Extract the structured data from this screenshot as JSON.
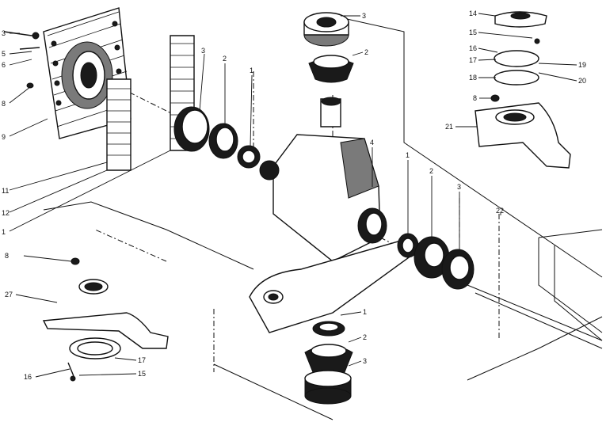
{
  "callouts": {
    "top_bearing_cup": "3",
    "top_bearing_cone": "2",
    "left_bearing_cup": "3",
    "left_bearing_cone": "2",
    "left_seal": "1",
    "knuckle": "4",
    "right_seal": "1",
    "right_bearing_cone": "2",
    "right_bearing_cup": "3",
    "lower_seal": "1",
    "lower_bearing_cone": "2",
    "lower_bearing_cup": "3",
    "cap": "14",
    "cap_bolt": "15",
    "gasket_top": "16",
    "plate": "17",
    "ring": "18",
    "pin_a": "19",
    "pin_b": "20",
    "upper_arm": "21",
    "upper_fitting": "8",
    "frame_line": "22",
    "lower_arm": "27",
    "lower_fitting": "8",
    "lower_plate": "17",
    "lower_bolt": "15",
    "lower_gasket": "16",
    "flange_8": "8",
    "flange_9": "9",
    "flange_5": "5",
    "flange_6": "6",
    "flange_3": "3",
    "shim_11": "11",
    "shim_12": "12",
    "shim_1": "1"
  }
}
